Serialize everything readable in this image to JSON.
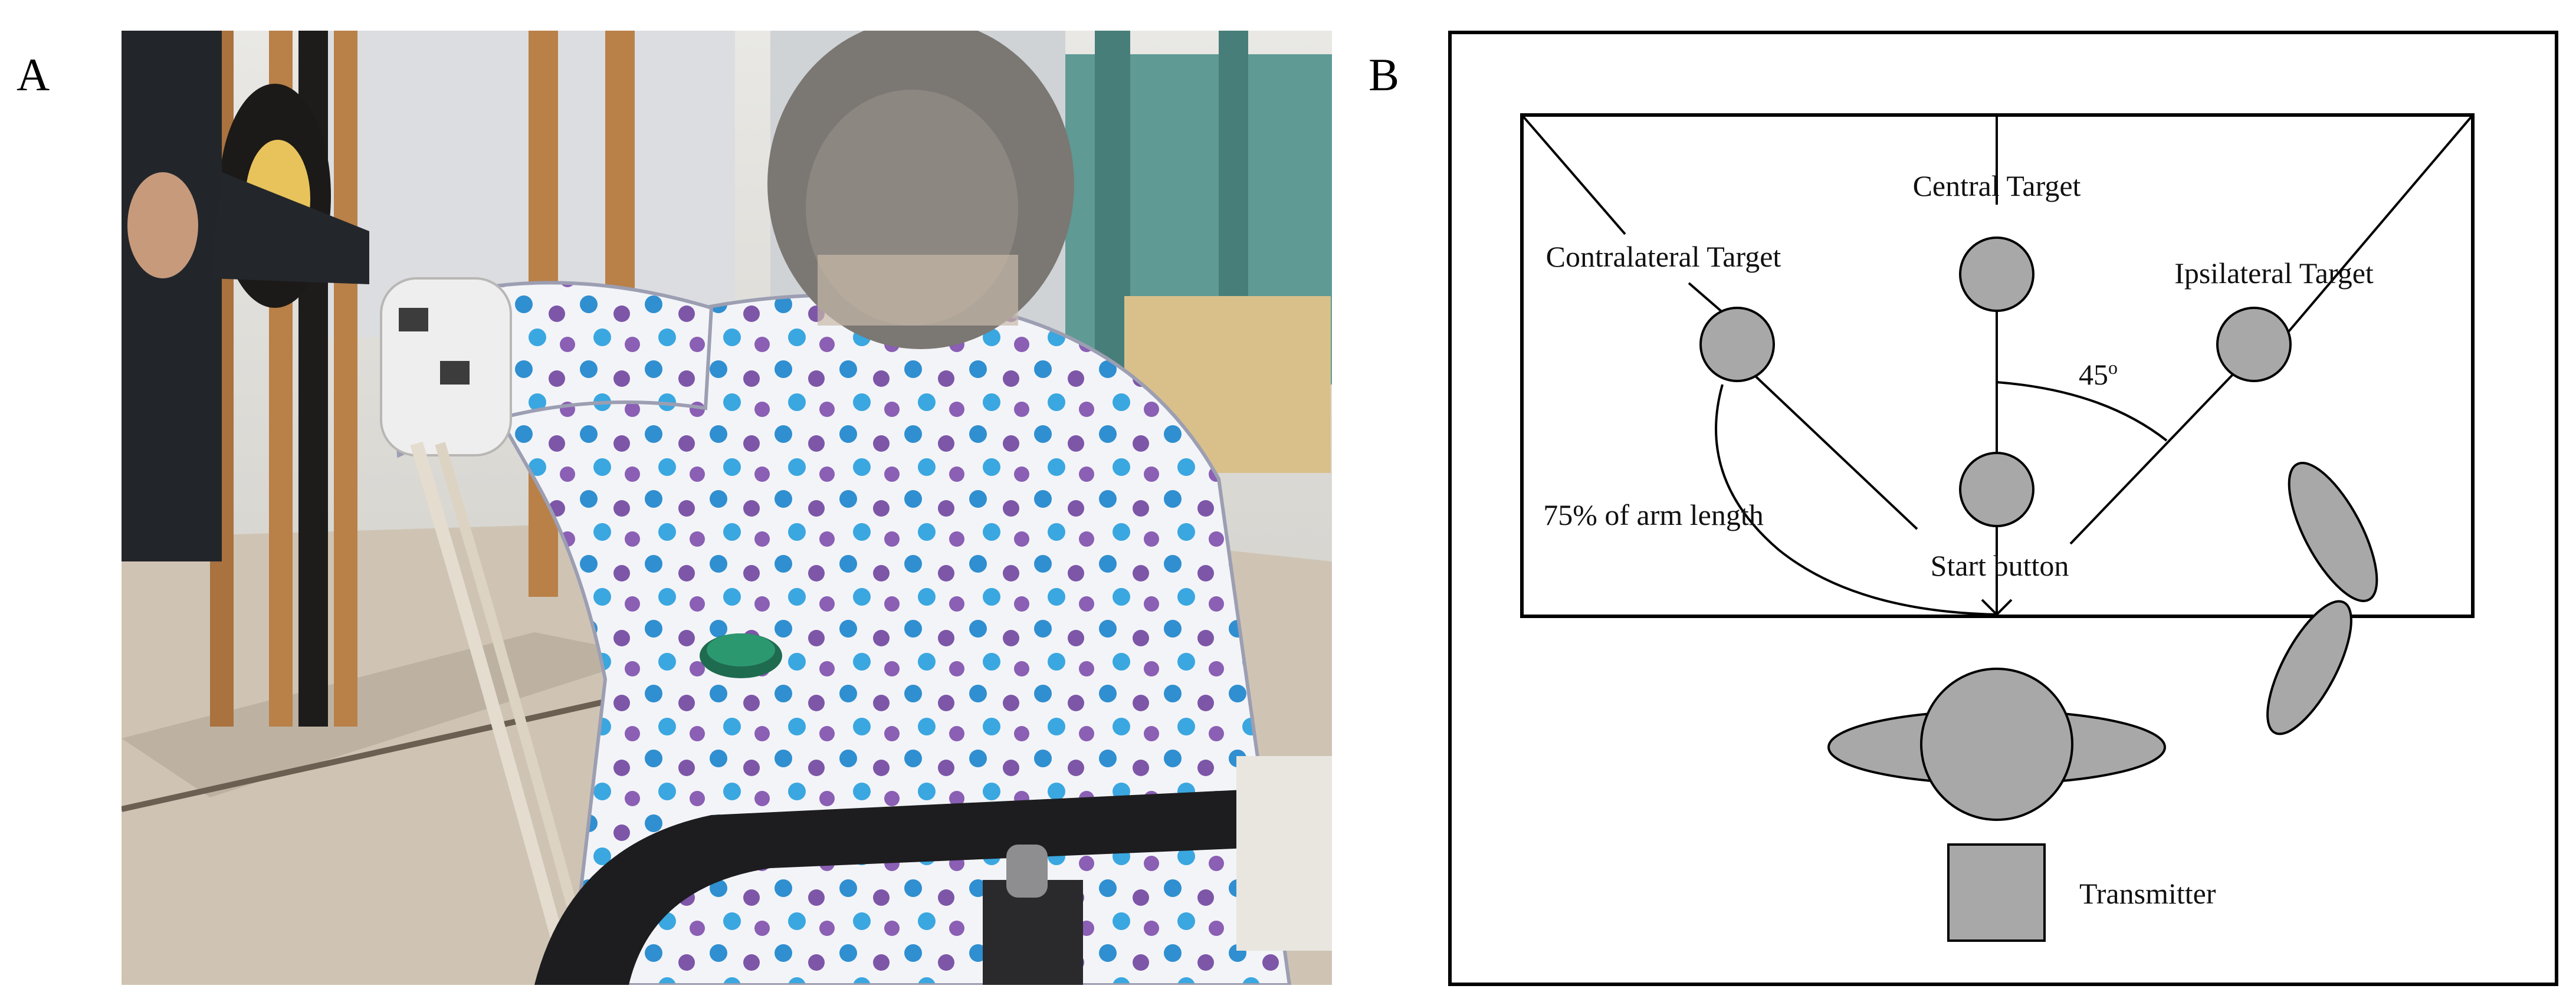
{
  "panels": {
    "a": {
      "label": "A"
    },
    "b": {
      "label": "B"
    }
  },
  "diagram": {
    "central_target": "Central Target",
    "contralateral_target": "Contralateral Target",
    "ipsilateral_target": "Ipsilateral Target",
    "angle": "45",
    "angle_unit": "o",
    "arm_length": "75% of arm length",
    "start_button": "Start button",
    "transmitter": "Transmitter"
  },
  "colors": {
    "shape_fill": "#a8a8a8",
    "stroke": "#000000"
  }
}
